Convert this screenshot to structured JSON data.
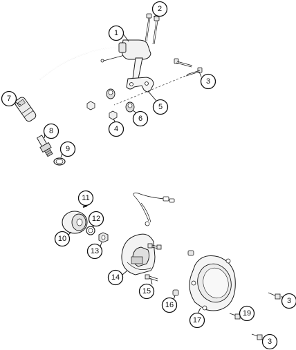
{
  "callouts": [
    {
      "id": "c1",
      "label": "1"
    },
    {
      "id": "c2",
      "label": "2"
    },
    {
      "id": "c3a",
      "label": "3"
    },
    {
      "id": "c4",
      "label": "4"
    },
    {
      "id": "c5",
      "label": "5"
    },
    {
      "id": "c6",
      "label": "6"
    },
    {
      "id": "c7",
      "label": "7"
    },
    {
      "id": "c8",
      "label": "8"
    },
    {
      "id": "c9",
      "label": "9"
    },
    {
      "id": "c10",
      "label": "10"
    },
    {
      "id": "c11",
      "label": "11"
    },
    {
      "id": "c12",
      "label": "12"
    },
    {
      "id": "c13",
      "label": "13"
    },
    {
      "id": "c14",
      "label": "14"
    },
    {
      "id": "c15",
      "label": "15"
    },
    {
      "id": "c16",
      "label": "16"
    },
    {
      "id": "c17",
      "label": "17"
    },
    {
      "id": "c3b",
      "label": "3"
    },
    {
      "id": "c19",
      "label": "19"
    },
    {
      "id": "c3c",
      "label": "3"
    }
  ]
}
